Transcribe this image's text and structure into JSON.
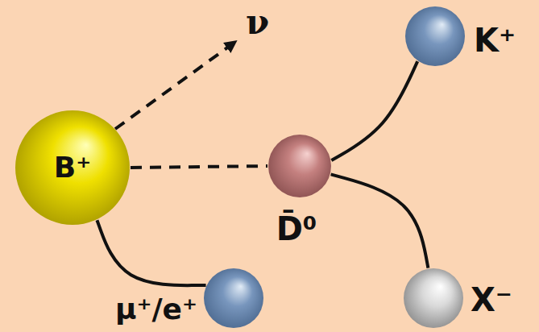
{
  "diagram": {
    "nodes": [
      {
        "text": [
          "B⁺"
        ]
      },
      {
        "text": [
          "D̄⁰"
        ]
      },
      {
        "text": [
          "K⁺"
        ]
      },
      {
        "text": [
          "μ⁺/e⁺"
        ]
      },
      {
        "text": [
          "X⁻"
        ]
      }
    ],
    "edges": [
      {
        "from": 0,
        "to": 1,
        "arrow": "none"
      },
      {
        "from": 1,
        "to": 2,
        "arrow": "none"
      },
      {
        "from": 1,
        "to": 4,
        "arrow": "none"
      },
      {
        "from": 0,
        "to": 3,
        "arrow": "none"
      }
    ],
    "labels": [
      "ν"
    ]
  }
}
